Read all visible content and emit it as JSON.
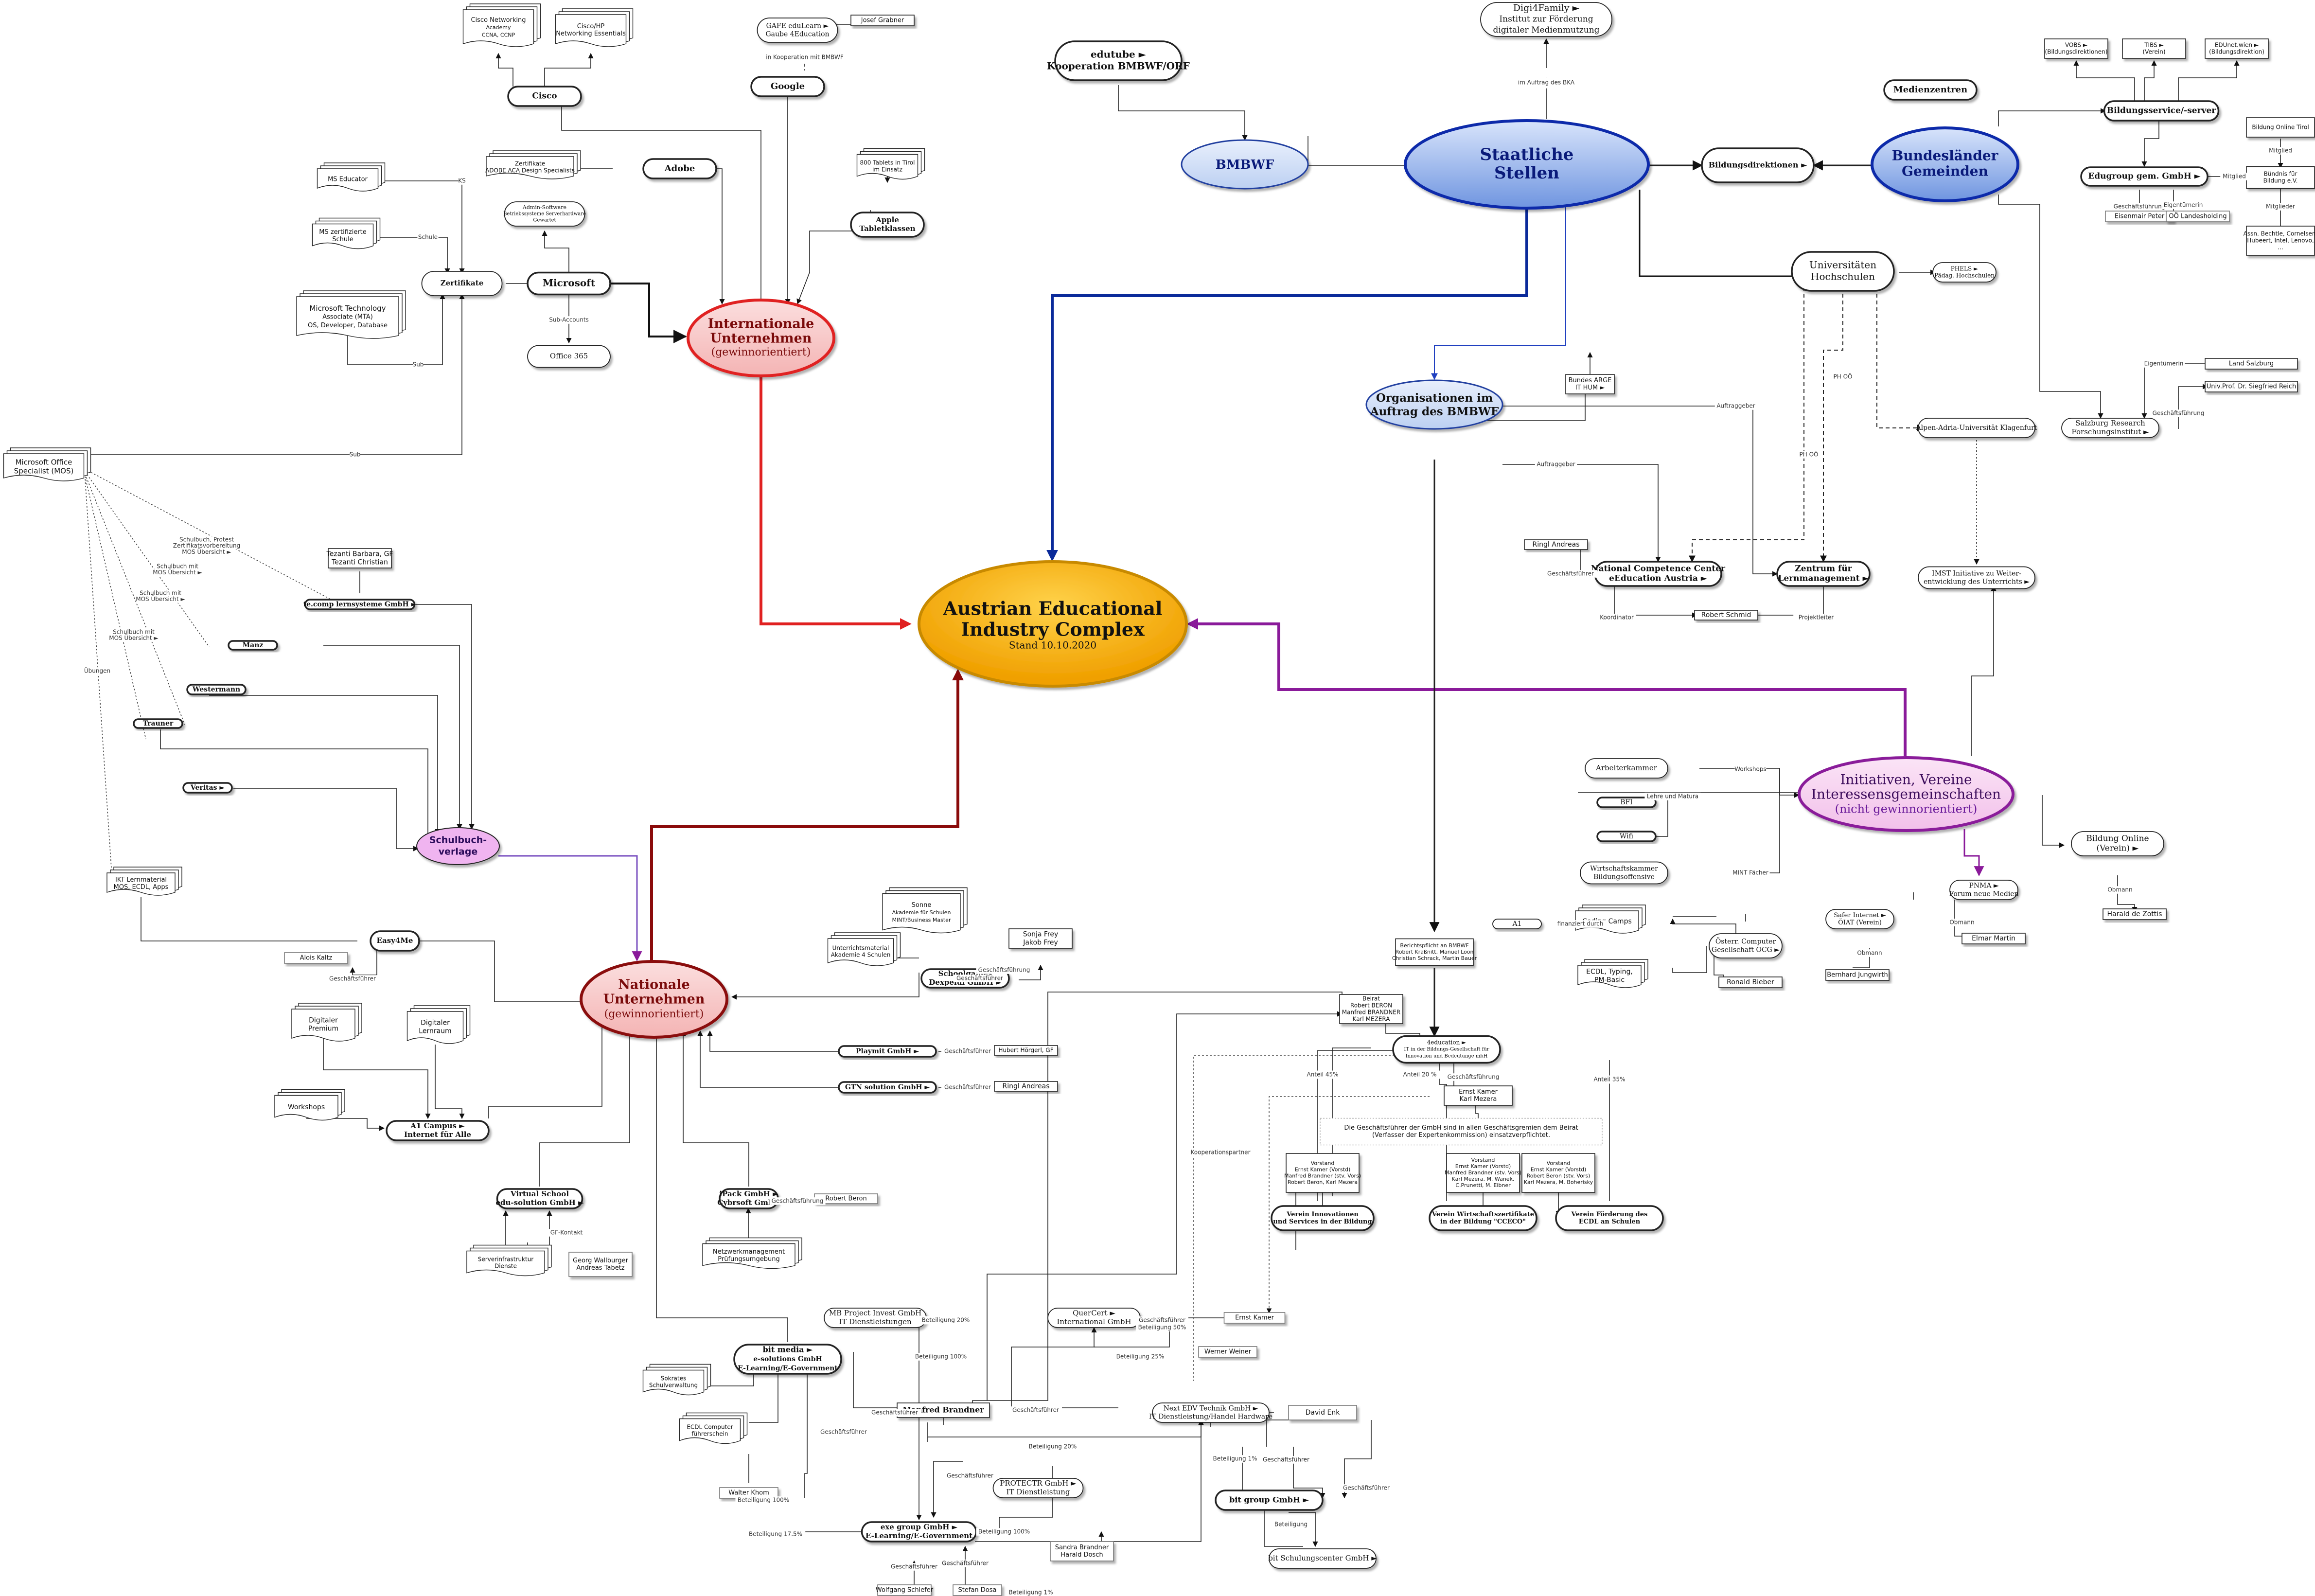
{
  "center": {
    "title": "Austrian Educational Industry Complex",
    "title_line1": "Austrian Educational",
    "title_line2": "Industry Complex",
    "subtitle": "Stand 10.10.2020"
  },
  "hubs": {
    "internationale": {
      "line1": "Internationale",
      "line2": "Unternehmen",
      "line3": "(gewinnorientiert)"
    },
    "nationale": {
      "line1": "Nationale",
      "line2": "Unternehmen",
      "line3": "(gewinnorientiert)"
    },
    "staatliche": {
      "line1": "Staatliche",
      "line2": "Stellen"
    },
    "bundeslaender": {
      "line1": "Bundesländer",
      "line2": "Gemeinden"
    },
    "initiativen": {
      "line1": "Initiativen, Vereine",
      "line2": "Interessensgemeinschaften",
      "line3": "(nicht gewinnorientiert)"
    },
    "bmbwf": "BMBWF",
    "organisationen": {
      "line1": "Organisationen im",
      "line2": "Auftrag des BMBWF"
    },
    "schulbuch": {
      "line1": "Schulbuch-",
      "line2": "verlage"
    }
  },
  "nodes": {
    "cisco": "Cisco",
    "cisco_academy": [
      "Cisco Networking",
      "Academy",
      "CCNA, CCNP"
    ],
    "cisco_hp": [
      "Cisco/HP",
      "Networking Essentials"
    ],
    "google": "Google",
    "gafe": [
      "GAFE eduLearn ►",
      "Gaube 4Education"
    ],
    "josef": "Josef Grabner",
    "in_koop": "in Kooperation mit BMBWF",
    "adobe": "Adobe",
    "adobe_zert": [
      "Zertifikate",
      "ADOBE ACA Design Specialists"
    ],
    "admin_software": [
      "Admin-Software",
      "Betriebssysteme Serverhardware",
      "Gewartet"
    ],
    "microsoft": "Microsoft",
    "zertifikate": "Zertifikate",
    "ms_educator": "MS Educator",
    "ms_zert_schule": [
      "MS zertifizierte",
      "Schule"
    ],
    "ms_tech": [
      "Microsoft Technology",
      "Associate (MTA)",
      "OS, Developer, Database"
    ],
    "office365": "Office 365",
    "sub_accounts": "Sub-Accounts",
    "apple": [
      "Apple",
      "Tabletklassen"
    ],
    "tablets": [
      "800 Tablets in Tirol",
      "im Einsatz"
    ],
    "mos": [
      "Microsoft Office",
      "Specialist (MOS)"
    ],
    "ms_office_label": "Microsoft Office",
    "tezanti": [
      "Tezanti Barbara, GF",
      "Tezanti Christian"
    ],
    "tecomp": "te.comp lernsysteme GmbH ►",
    "manz": "Manz",
    "westermann": "Westermann",
    "trauner": "Trauner",
    "veritas": "Veritas ►",
    "lernmaterial": [
      "IKT Lernmaterial",
      "MOS, ECDL, Apps"
    ],
    "easy4me": "Easy4Me",
    "alois_kaltz": "Alois Kaltz",
    "gf_label": "Geschäftsführer",
    "sonne": [
      "Sonne",
      "Akademie für Schulen",
      "MINT/Business Master"
    ],
    "unterricht": [
      "Unterrichtsmaterial",
      "Akademie 4 Schulen"
    ],
    "sonja": [
      "Sonja Frey",
      "Jakob Frey"
    ],
    "schoolgames": [
      "Schoolgames",
      "Dexpeiul GmbH ►"
    ],
    "playmit": "Playmit GmbH ►",
    "hubert": "Hubert Hörgerl, GF",
    "gtn": "GTN solution GmbH ►",
    "ringl": "Ringl Andreas",
    "digitaler_prem": [
      "Digitaler",
      "Premium"
    ],
    "digitaler_lern": [
      "Digitaler",
      "Lernraum"
    ],
    "workshops": "Workshops",
    "a1_campus": [
      "A1 Campus ►",
      "Internet für Alle"
    ],
    "virtual_school": [
      "Virtual School",
      "edu-solution GmbH ►"
    ],
    "serverinfra": [
      "Serverinfrastruktur",
      "Dienste"
    ],
    "georg": [
      "Georg Wallburger",
      "Andreas Tabetz"
    ],
    "cf_kontakt": "GF-Kontakt",
    "ipack": [
      "iPack GmbH ►",
      "Cybrsoft GmbH"
    ],
    "robert_beron": "Robert Beron",
    "netzwerk": [
      "Netzwerkmanagement",
      "Prüfungsumgebung"
    ],
    "bit_media": [
      "bit media ►",
      "e-solutions GmbH",
      "E-Learning/E-Government"
    ],
    "sokrates": [
      "Sokrates",
      "Schulverwaltung"
    ],
    "ecdl_computer": [
      "ECDL Computer",
      "führerschein"
    ],
    "walter_khom": "Walter Khom",
    "mb_project": [
      "MB Project Invest GmbH",
      "IT Dienstleistungen"
    ],
    "manfred": "Manfred Brandner",
    "quercert": [
      "QuerCert ►",
      "International GmbH"
    ],
    "ernst_kamer": "Ernst Kamer",
    "werner": "Werner Weiner",
    "next_edv": [
      "Next EDV Technik GmbH ►",
      "IT Dienstleistung/Handel Hardware"
    ],
    "david_enk": "David Enk",
    "bit_group": "bit group GmbH ►",
    "bit_schulung": "bit Schulungscenter GmbH ►",
    "protectr": [
      "PROTECTR GmbH ►",
      "IT Dienstleistung"
    ],
    "sandra": [
      "Sandra Brandner",
      "Harald Dosch"
    ],
    "exe_group": [
      "exe group GmbH ►",
      "E-Learning/E-Government"
    ],
    "wolfgang": "Wolfgang Schiefer",
    "stefan": "Stefan Dosa",
    "edutube": [
      "edutube ►",
      "Kooperation BMBWF/ORF"
    ],
    "digi4family": [
      "Digi4Family ►",
      "Institut zur Förderung",
      "digitaler Medienmutzung"
    ],
    "im_auftrag": "im Auftrag des BKA",
    "medienzentren": "Medienzentren",
    "bildungsdirektionen": "Bildungsdirektionen ►",
    "vobs": [
      "VOBS ►",
      "(Bildungsdirektionen)"
    ],
    "tibs": [
      "TIBS ►",
      "(Verein)"
    ],
    "edunet": [
      "EDUnet.wien ►",
      "(Bildungsdirektion)"
    ],
    "bildungsservice": "Bildungsservice/-server",
    "edugroup": "Edugroup gem. GmbH ►",
    "bildung_tirol": "Bildung Online Tirol",
    "buendnis": [
      "Bündnis für",
      "Bildung e.V."
    ],
    "mitglied": "Mitglied",
    "mitglieder": "Mitglieder",
    "mitglieder_list": [
      "Assn. Bechtle, Cornelsen,",
      "Hubeert, Intel, Lenovo,",
      "..."
    ],
    "eisenmair": "Eisenmair Peter",
    "oo_landes": "OÖ Landesholding",
    "gf_fuehrung": "Geschäftsführung",
    "eigentuemer": "Eigentümerin",
    "universitaeten": [
      "Universitäten",
      "Hochschulen"
    ],
    "phels": [
      "PHELS ►",
      "Pädag. Hochschulen"
    ],
    "land_salzburg": "Land Salzburg",
    "uni_prof": "Univ.Prof. Dr. Siegfried Reich",
    "salzburg_research": [
      "Salzburg Research",
      "Forschungsinstitut ►"
    ],
    "alpen_adria": "Alpen-Adria-Universität Klagenfurt",
    "imst": [
      "IMST Initiative zu Weiter-",
      "entwicklung des Unterrichts ►"
    ],
    "bundes_arge": [
      "Bundes ARGE",
      "IT HUM ►"
    ],
    "ringl_andreas": "Ringl Andreas",
    "ncc": [
      "National Competence Center",
      "eEducation Austria ►"
    ],
    "robert_schmid": "Robert Schmid",
    "zentrum": [
      "Zentrum für",
      "Lernmanagement ►"
    ],
    "auftraggeber": "Auftraggeber",
    "koordinator": "Koordinator",
    "projektleiter": "Projektleiter",
    "ph_oo": "PH OÖ",
    "arbeiterkammer": "Arbeiterkammer",
    "bfi": "BFI",
    "wifi": "Wifi",
    "wirtschaftskammer": [
      "Wirtschaftskammer",
      "Bildungsoffensive"
    ],
    "workshops2": "Workshops",
    "lehre_matura": "Lehre und Matura",
    "mint_faecher": "MINT Fächer",
    "bildung_online": [
      "Bildung Online",
      "(Verein) ►"
    ],
    "obmann": "Obmann",
    "harald": "Harald de Zottis",
    "pnma": [
      "PNMA ►",
      "Forum neue Medien"
    ],
    "elmar": "Elmar Martin",
    "safer_internet": [
      "Safer Internet ►",
      "ÖIAT (Verein)"
    ],
    "bernhard": "Bernhard Jungwirth",
    "a1": "A1",
    "finanziert": "finanziert durch",
    "coding_camps": "Coding Camps",
    "ecdl_typing": [
      "ECDL, Typing,",
      "PM-Basic"
    ],
    "ocg": [
      "Österr. Computer",
      "Gesellschaft OCG ►"
    ],
    "ronald": "Ronald Bieber",
    "berichtspflicht": [
      "Berichtspflicht an BMBWF",
      "Robert Kraßnitt, Manuel Loon",
      "Christian Schrack, Martin Bauer"
    ],
    "beirat": [
      "Beirat",
      "Robert BERON",
      "Manfred BRANDNER",
      "Karl MEZERA"
    ],
    "4education": [
      "4education ►",
      "IT in der Bildungs-Gesellschaft für",
      "Innovation und Bedeutunge mbH"
    ],
    "ernst_kamer_karl": [
      "Ernst Kamer",
      "Karl Mezera"
    ],
    "note_gf": [
      "Die Geschäftsführer der GmbH sind in allen Geschäftsgremien dem Beirat",
      "(Verfasser der Expertenkommission) einsatzverpflichtet."
    ],
    "vorstand1": [
      "Vorstand",
      "Ernst Kamer (Vorstd)",
      "Manfred Brandner (stv. Vors)",
      "Robert Beron, Karl Mezera"
    ],
    "vorstand2": [
      "Vorstand",
      "Ernst Kamer (Vorstd)",
      "Manfred Brandner (stv. Vors)",
      "Karl Mezera, M. Wanek,",
      "C.Prunetti, M. Eibner"
    ],
    "vorstand3": [
      "Vorstand",
      "Ernst Kamer (Vorstd)",
      "Robert Beron (stv. Vors)",
      "Karl Mezera, M. Boherisky"
    ],
    "verein_innovationen": [
      "Verein Innovationen",
      "und Services in der Bildung"
    ],
    "verein_wirtschaft": [
      "Verein Wirtschaftszertifikate",
      "in der Bildung \"CCECO\""
    ],
    "verein_ecdl": [
      "Verein Förderung des",
      "ECDL an Schulen"
    ],
    "anteil45": "Anteil 45%",
    "anteil20": "Anteil 20 %",
    "anteil35": "Anteil 35%",
    "kooperationspartner": "Kooperationspartner",
    "beteiligung": "Beteiligung",
    "beteiligung_20": "Beteiligung 20%",
    "beteiligung_25": "Beteiligung 25%",
    "beteiligung_50": "Beteiligung 50%",
    "beteiligung_100": "Beteiligung 100%",
    "beteiligung_17": "Beteiligung 17.5%",
    "beteiligung_1": "Beteiligung 1%",
    "gf_beteiligung": [
      "Geschäftsführer",
      "Beteiligung 50%"
    ],
    "schulbuch_protest": [
      "Schulbuch, Protest",
      "Zertifikatsvorbereitung",
      "MOS Übersicht ►"
    ],
    "schulbuch_mos": [
      "Schulbuch mit",
      "MOS Übersicht ►"
    ],
    "uebungen": "Übungen",
    "sub": "Sub",
    "ks": "KS",
    "schule": "Schule"
  }
}
